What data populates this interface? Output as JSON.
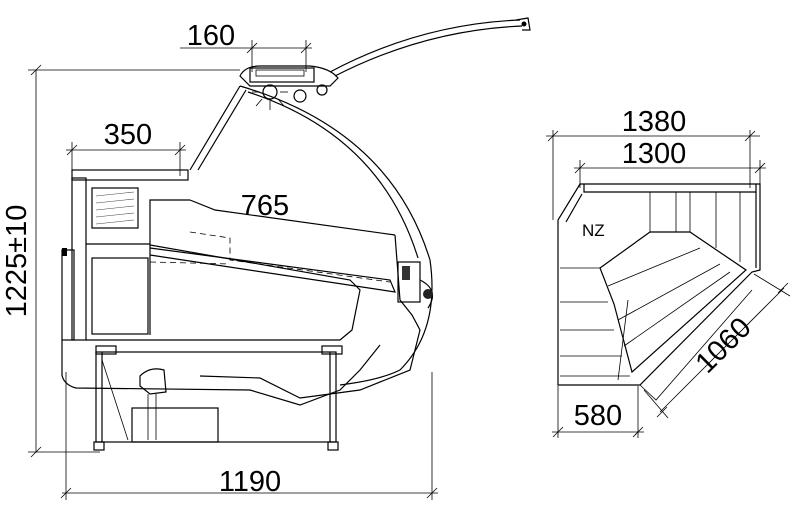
{
  "side_view": {
    "top_width": "160",
    "shelf_depth": "350",
    "glass_length": "765",
    "height": "1225±10",
    "overall_length": "1190"
  },
  "plan_view": {
    "outer_width": "1380",
    "inner_width": "1300",
    "corner_label": "NZ",
    "diagonal_length": "1060",
    "base_depth": "580"
  }
}
